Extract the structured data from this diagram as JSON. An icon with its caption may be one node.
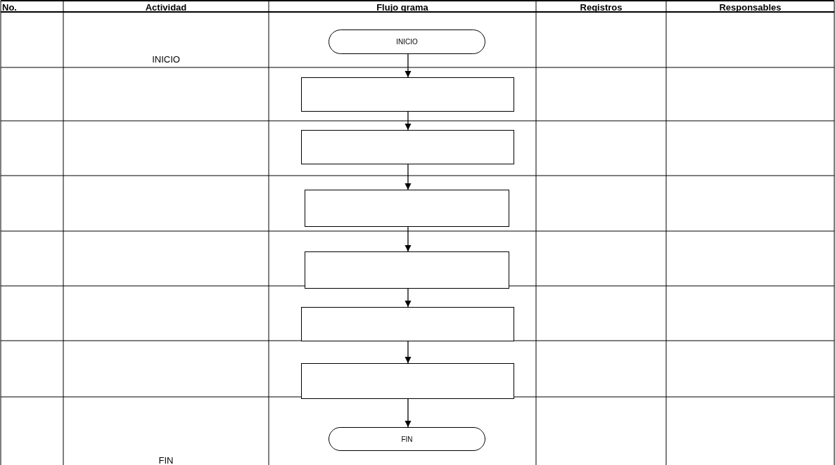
{
  "diagram": {
    "nodes": [
      {
        "text": [
          "INICIO"
        ]
      },
      {
        "text": [],
        "shape": "box"
      },
      {
        "text": [],
        "shape": "box"
      },
      {
        "text": [],
        "shape": "box"
      },
      {
        "text": [],
        "shape": "box"
      },
      {
        "text": [],
        "shape": "box"
      },
      {
        "text": [],
        "shape": "box"
      },
      {
        "text": [
          "FIN"
        ]
      }
    ],
    "edges": [
      {
        "from": 0,
        "to": 1,
        "arrow": "to"
      },
      {
        "from": 1,
        "to": 2,
        "arrow": "to"
      },
      {
        "from": 2,
        "to": 3,
        "arrow": "to"
      },
      {
        "from": 3,
        "to": 4,
        "arrow": "to"
      },
      {
        "from": 4,
        "to": 5,
        "arrow": "to"
      },
      {
        "from": 5,
        "to": 6,
        "arrow": "to"
      },
      {
        "from": 6,
        "to": 7,
        "arrow": "to"
      }
    ],
    "labels": [
      "No.",
      "Actividad",
      "Flujo grama",
      "Registros",
      "Responsables",
      "INICIO",
      "FIN"
    ]
  }
}
